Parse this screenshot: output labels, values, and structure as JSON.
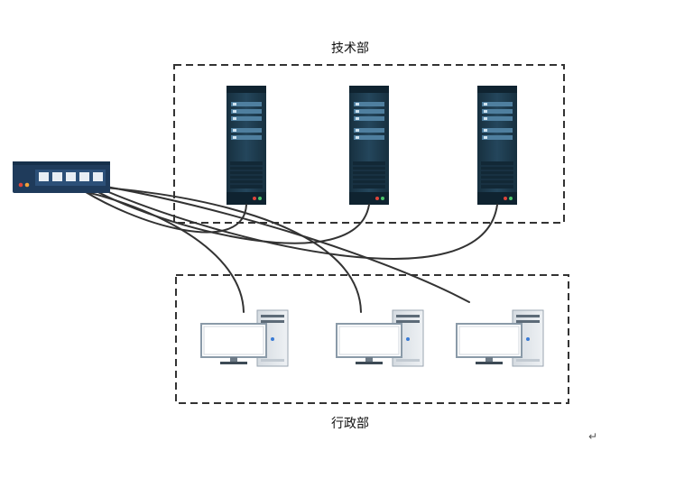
{
  "labels": {
    "top_group": "技术部",
    "bottom_group": "行政部",
    "return_mark": "↵"
  },
  "diagram": {
    "switch": {
      "icon": "network-switch-icon",
      "port_count": 5
    },
    "servers": [
      {
        "icon": "server-rack-icon"
      },
      {
        "icon": "server-rack-icon"
      },
      {
        "icon": "server-rack-icon"
      }
    ],
    "computers": [
      {
        "icon": "desktop-computer-icon"
      },
      {
        "icon": "desktop-computer-icon"
      },
      {
        "icon": "desktop-computer-icon"
      }
    ]
  },
  "colors": {
    "server_body": "#1e3c50",
    "server_slot": "#4f7f9f",
    "switch_body": "#1f3b5b",
    "cable": "#333333",
    "group_border": "#333333",
    "monitor_frame": "#8a9aa8"
  }
}
